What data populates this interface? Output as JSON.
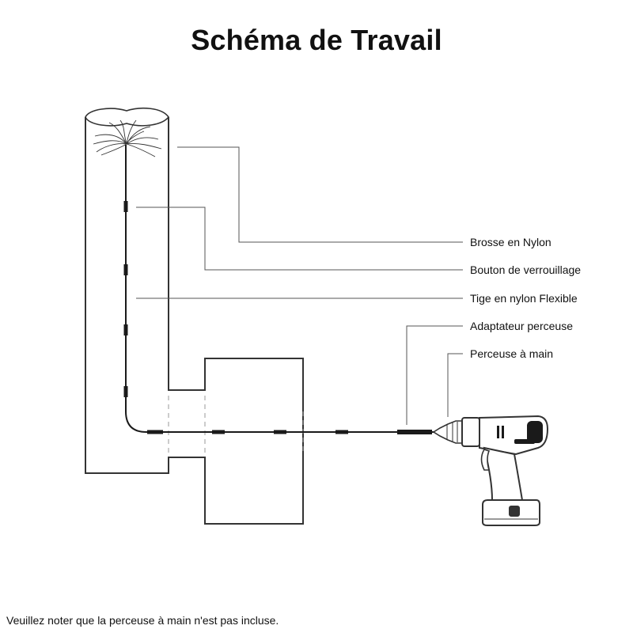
{
  "title": "Schéma de Travail",
  "labels": {
    "brush": "Brosse en Nylon",
    "lock_button": "Bouton de verrouillage",
    "rod": "Tige en nylon Flexible",
    "adapter": "Adaptateur perceuse",
    "drill": "Perceuse à main"
  },
  "note": "Veuillez noter que la perceuse à main n'est pas incluse."
}
